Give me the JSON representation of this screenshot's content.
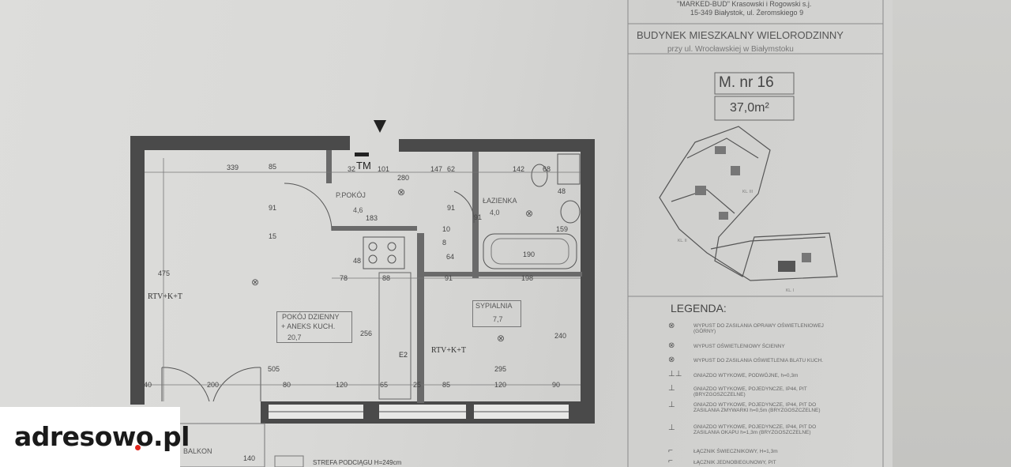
{
  "header": {
    "company": "\"MARKED-BUD\" Krasowski i Rogowski s.j.",
    "address": "15-349 Białystok, ul. Żeromskiego 9",
    "building": "BUDYNEK MIESZKALNY WIELORODZINNY",
    "location": "przy ul. Wrocławskiej w Białymstoku"
  },
  "unit": {
    "number": "M. nr 16",
    "area": "37,0m²"
  },
  "site_labels": {
    "kl3": "KL. III",
    "kl2": "KL. II",
    "kl1": "KL. I"
  },
  "legend": {
    "title": "LEGENDA:",
    "items": [
      {
        "icon": "⊗",
        "text": "WYPUST DO ZASILANIA OPRAWY OŚWIETLENIOWEJ (GÓRNY)"
      },
      {
        "icon": "⊗",
        "text": "WYPUST OŚWIETLENIOWY ŚCIENNY"
      },
      {
        "icon": "⊗",
        "text": "WYPUST DO ZASILANIA OŚWIETLENIA BLATU KUCH."
      },
      {
        "icon": "⊥⊥",
        "text": "GNIAZDO WTYKOWE, PODWÓJNE, h=0,3m"
      },
      {
        "icon": "⊥",
        "text": "GNIAZDO WTYKOWE, POJEDYNCZE, IP44, PIT (BRYZGOSZCZELNE)"
      },
      {
        "icon": "⊥",
        "text": "GNIAZDO WTYKOWE, POJEDYNCZE, IP44, PIT DO ZASILANIA ZMYWARKI h=0,5m (BRYZGOSZCZELNE)"
      },
      {
        "icon": "⊥",
        "text": "GNIAZDO WTYKOWE, POJEDYNCZE, IP44, PIT DO ZASILANIA OKAPU h=1,3m (BRYZGOSZCZELNE)"
      },
      {
        "icon": "⌐",
        "text": "ŁĄCZNIK ŚWIECZNIKOWY, H=1,3m"
      },
      {
        "icon": "⌐",
        "text": "ŁĄCZNIK JEDNOBIEGUNOWY, PIT"
      }
    ]
  },
  "rooms": {
    "hall": {
      "name": "P.POKÓJ",
      "area": "4,6"
    },
    "bath": {
      "name": "ŁAZIENKA",
      "area": "4,0"
    },
    "living": {
      "name": "POKÓJ DZIENNY",
      "name2": "+ ANEKS KUCH.",
      "area": "20,7"
    },
    "bedroom": {
      "name": "SYPIALNIA",
      "area": "7,7"
    },
    "balcony": {
      "name": "BALKON"
    }
  },
  "plan_labels": {
    "tm": "TM",
    "rtv1": "RTV+K+T",
    "rtv2": "RTV+K+T",
    "e2": "E2",
    "zone": "STREFA PODCIĄGU  H=249cm"
  },
  "dims": {
    "d339": "339",
    "d85": "85",
    "d32": "32",
    "d101": "101",
    "d280": "280",
    "d147": "147",
    "d62": "62",
    "d142": "142",
    "d68": "68",
    "d48": "48",
    "d91a": "91",
    "d15": "15",
    "d183": "183",
    "d48b": "48",
    "d10": "10",
    "d8": "8",
    "d64": "64",
    "d91b": "91",
    "d159": "159",
    "d190": "190",
    "d475": "475",
    "d78": "78",
    "d88": "88",
    "d91c": "91",
    "d198": "198",
    "d256": "256",
    "d240": "240",
    "d505": "505",
    "d295": "295",
    "d40": "40",
    "d200": "200",
    "d80": "80",
    "d120a": "120",
    "d65": "65",
    "d25": "25",
    "d85b": "85",
    "d120b": "120",
    "d90": "90",
    "d140": "140",
    "d91d": "91"
  },
  "brand": {
    "name": "adresowo.pl"
  },
  "colors": {
    "paper": "#d9d9d7",
    "ink": "#3a3a3a",
    "brand_dot": "#e0241b"
  }
}
